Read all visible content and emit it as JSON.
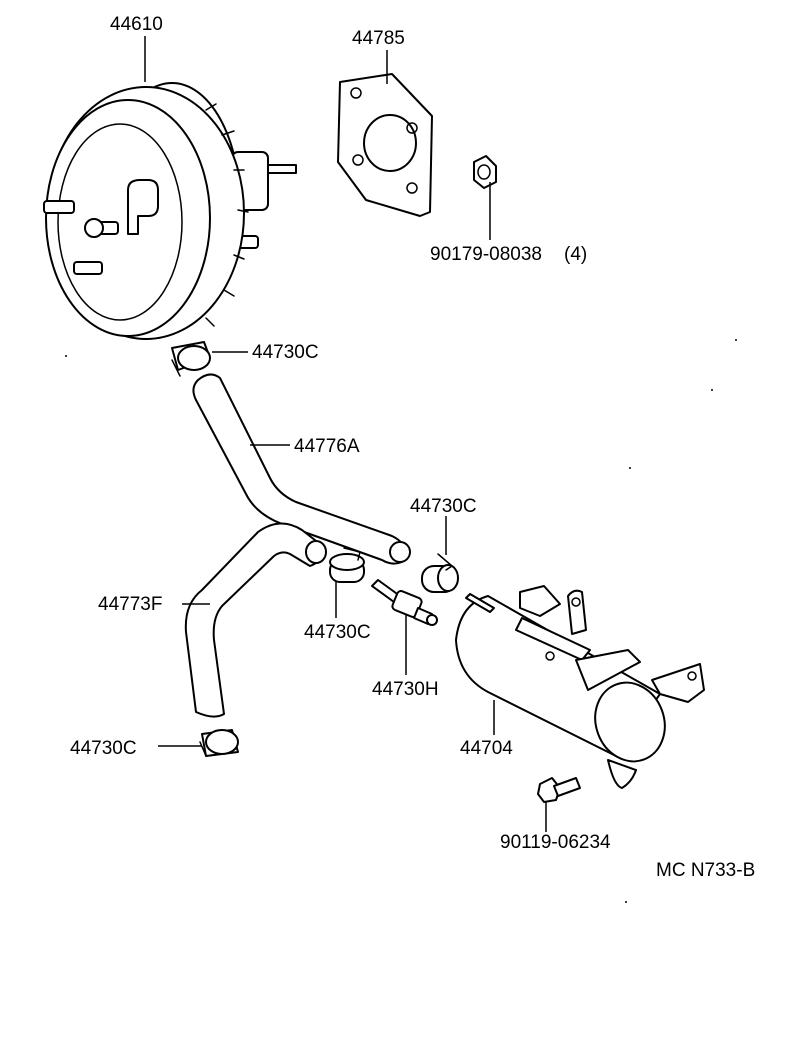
{
  "diagram_code": "MC N733-B",
  "parts": {
    "booster": {
      "number": "44610"
    },
    "gasket": {
      "number": "44785"
    },
    "nut": {
      "number": "90179-08038",
      "qty": "(4)"
    },
    "clamp_top": {
      "number": "44730C"
    },
    "hose_upper": {
      "number": "44776A"
    },
    "clamp_mid_right": {
      "number": "44730C"
    },
    "hose_lower": {
      "number": "44773F"
    },
    "clamp_mid_left": {
      "number": "44730C"
    },
    "check_valve": {
      "number": "44730H"
    },
    "clamp_bottom": {
      "number": "44730C"
    },
    "vacuum_tank": {
      "number": "44704"
    },
    "bolt": {
      "number": "90119-06234"
    }
  }
}
